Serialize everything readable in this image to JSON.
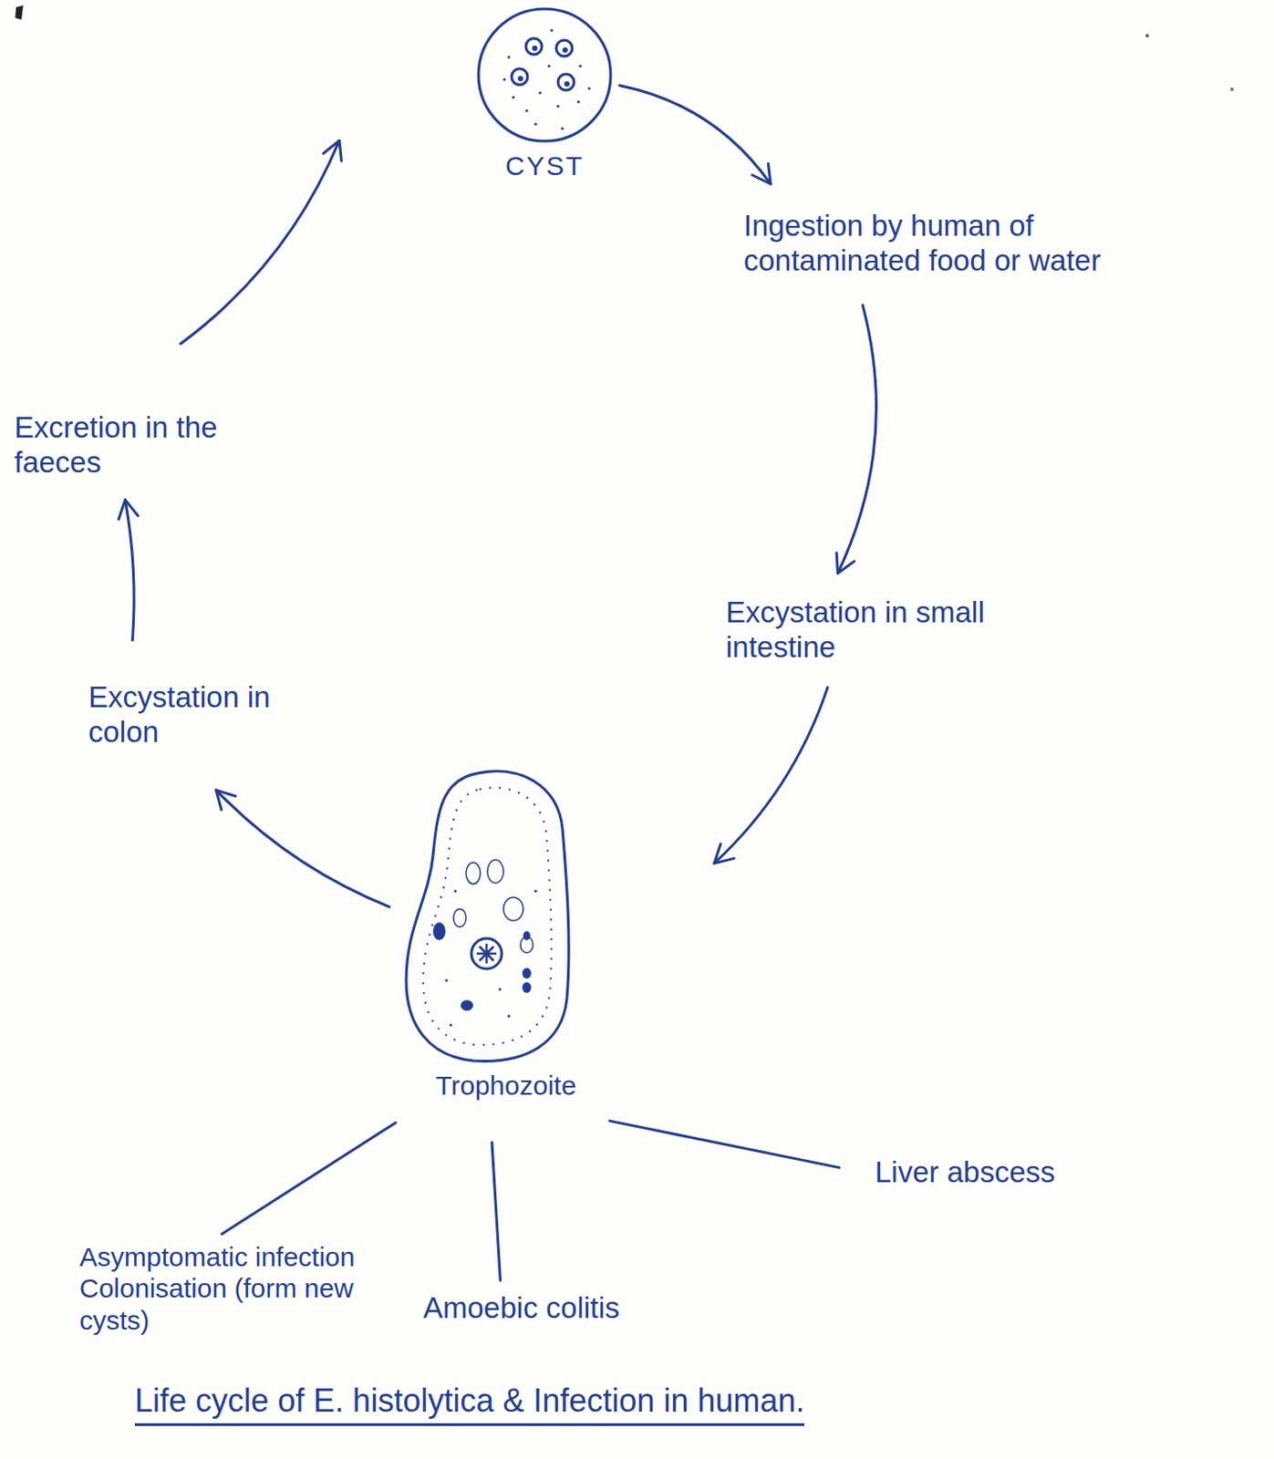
{
  "diagram": {
    "caption": "Life cycle of E. histolytica & Infection in human.",
    "nodes": [
      {
        "text": [
          "CYST"
        ]
      },
      {
        "text": [
          "Ingestion by human of contaminated food or water"
        ]
      },
      {
        "text": [
          "Excystation in small intestine"
        ]
      },
      {
        "text": [
          "Trophozoite"
        ]
      },
      {
        "text": [
          "Excystation in colon"
        ]
      },
      {
        "text": [
          "Excretion in the faeces"
        ]
      },
      {
        "text": [
          "Asymptomatic infection Colonisation (form new cysts)"
        ]
      },
      {
        "text": [
          "Amoebic colitis"
        ]
      },
      {
        "text": [
          "Liver abscess"
        ]
      }
    ],
    "edges": [
      {
        "from": 0,
        "to": 1,
        "arrow": "to"
      },
      {
        "from": 1,
        "to": 2,
        "arrow": "to"
      },
      {
        "from": 2,
        "to": 3,
        "arrow": "to"
      },
      {
        "from": 3,
        "to": 4,
        "arrow": "to"
      },
      {
        "from": 4,
        "to": 5,
        "arrow": "to"
      },
      {
        "from": 5,
        "to": 0,
        "arrow": "to"
      },
      {
        "from": 3,
        "to": 6,
        "arrow": "none"
      },
      {
        "from": 3,
        "to": 7,
        "arrow": "none"
      },
      {
        "from": 3,
        "to": 8,
        "arrow": "none"
      }
    ]
  }
}
